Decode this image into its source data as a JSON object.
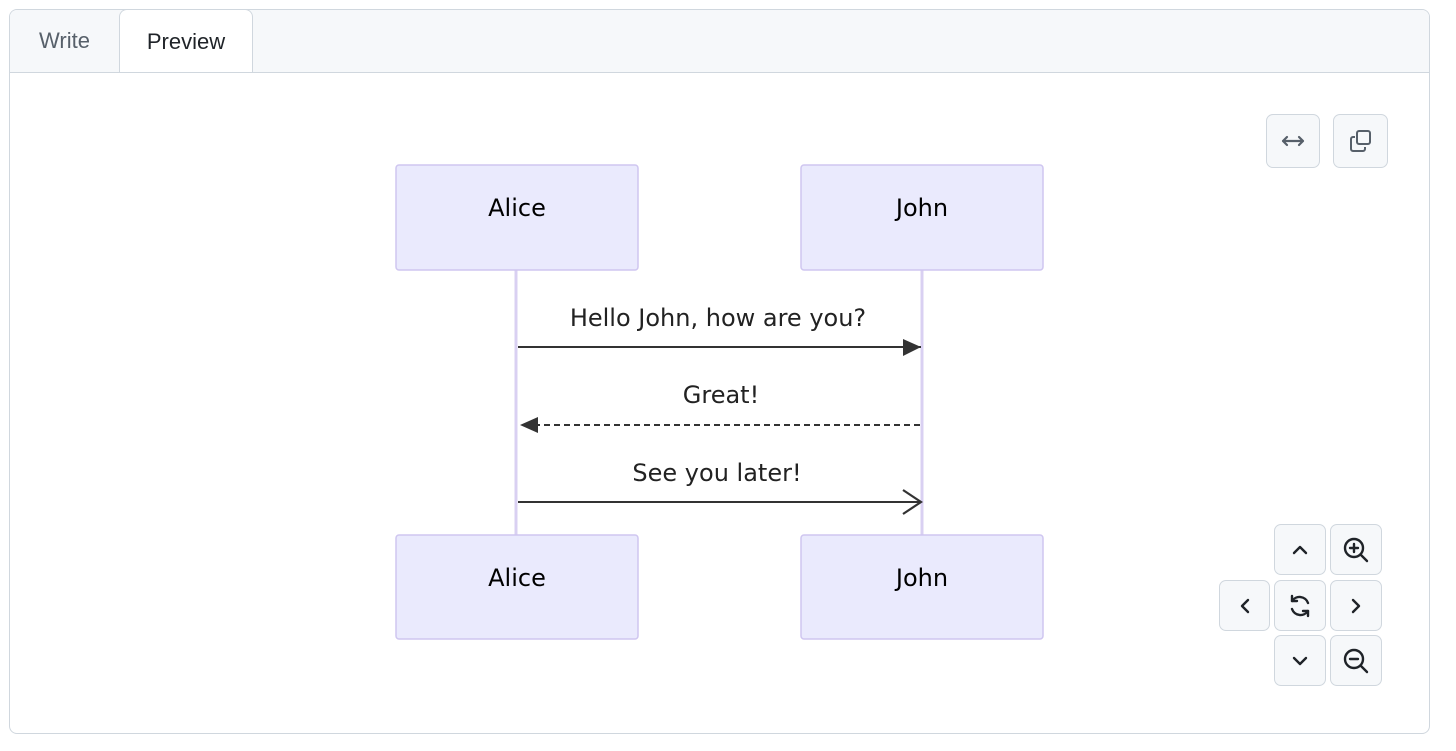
{
  "tabs": {
    "write_label": "Write",
    "preview_label": "Preview"
  },
  "toolbar": {
    "fullscreen_icon": "arrows-horizontal-icon",
    "copy_icon": "copy-icon"
  },
  "navigator": {
    "up_icon": "chevron-up-icon",
    "zoom_in_icon": "zoom-in-icon",
    "left_icon": "chevron-left-icon",
    "reset_icon": "reset-icon",
    "right_icon": "chevron-right-icon",
    "down_icon": "chevron-down-icon",
    "zoom_out_icon": "zoom-out-icon"
  },
  "diagram": {
    "participants": {
      "alice_top": "Alice",
      "john_top": "John",
      "alice_bottom": "Alice",
      "john_bottom": "John"
    },
    "messages": [
      {
        "text": "Hello John, how are you?",
        "from": "Alice",
        "to": "John",
        "style": "solid"
      },
      {
        "text": "Great!",
        "from": "John",
        "to": "Alice",
        "style": "dashed"
      },
      {
        "text": "See you later!",
        "from": "Alice",
        "to": "John",
        "style": "open-arrow"
      }
    ],
    "colors": {
      "actor_fill": "#eaeafd",
      "actor_stroke": "#cfc6f0",
      "lifeline": "#d9d0f2",
      "line": "#333333"
    }
  }
}
